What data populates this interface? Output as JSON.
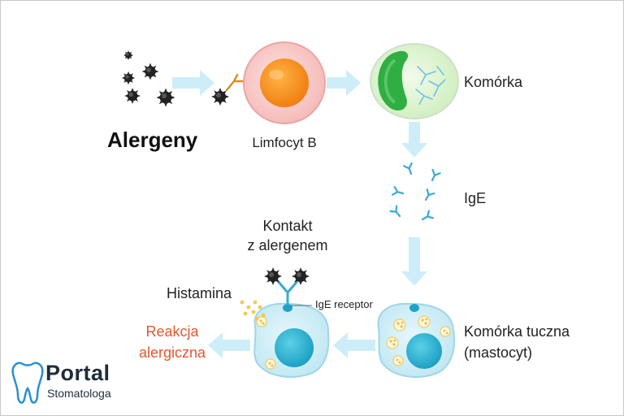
{
  "labels": {
    "allergens": "Alergeny",
    "b_cell": "Limfocyt B",
    "cell": "Komórka",
    "ige": "IgE",
    "contact_line1": "Kontakt",
    "contact_line2": "z alergenem",
    "histamine": "Histamina",
    "ige_receptor": "IgE receptor",
    "mast_cell_line1": "Komórka tuczna",
    "mast_cell_line2": "(mastocyt)",
    "reaction_line1": "Reakcja",
    "reaction_line2": "alergiczna"
  },
  "logo": {
    "name": "Portal",
    "subtitle": "Stomatologa"
  },
  "colors": {
    "reaction_text": "#e4572e",
    "arrow": "#cdeef8",
    "antibody": "#3aa9d8",
    "b_cell_nucleus": "#f7931e",
    "plasma_cell_nucleus": "#39b54a",
    "mast_cell": "#c9ecf6",
    "mast_cell_nucleus": "#2fb6d4",
    "granule": "#f6c84a"
  }
}
